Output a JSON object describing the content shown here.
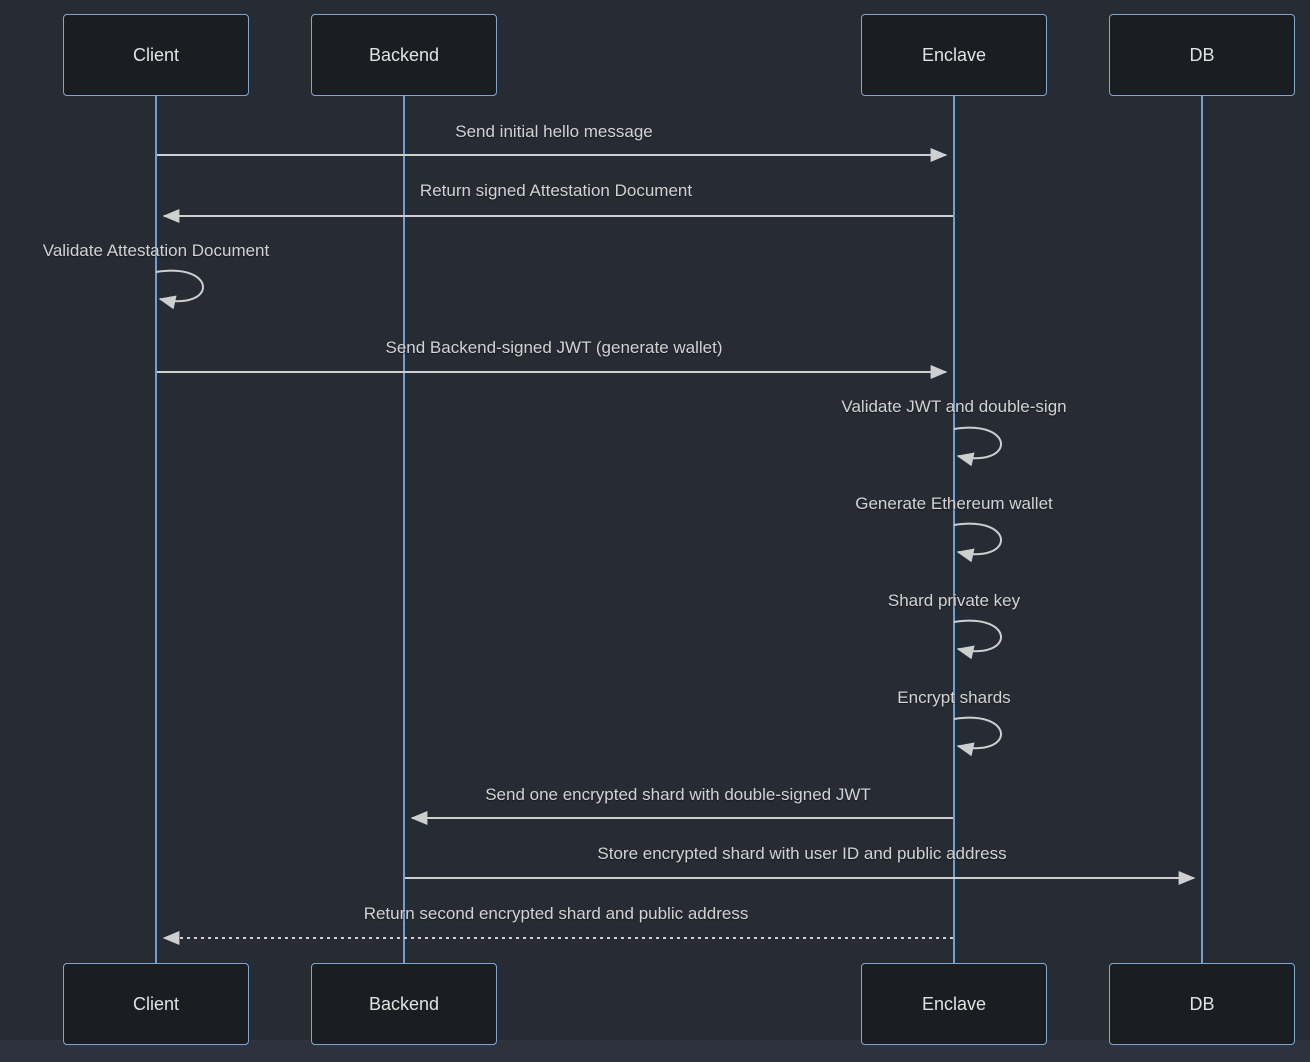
{
  "diagram": {
    "type": "sequence",
    "theme": {
      "background": "#262b34",
      "footer_background": "#2d323c",
      "actor_fill": "#1a1d21",
      "actor_border": "#7ea7d1",
      "lifeline_color": "#6f9fd3",
      "message_line_color": "#cfcfcf",
      "message_text_color": "#d3d3d3"
    },
    "participants": [
      {
        "label": "Client"
      },
      {
        "label": "Backend"
      },
      {
        "label": "Enclave"
      },
      {
        "label": "DB"
      }
    ],
    "messages": [
      {
        "from": "Client",
        "to": "Enclave",
        "style": "solid",
        "label": "Send initial hello message"
      },
      {
        "from": "Enclave",
        "to": "Client",
        "style": "solid",
        "label": "Return signed Attestation Document"
      },
      {
        "from": "Client",
        "to": "Client",
        "style": "self",
        "label": "Validate Attestation Document"
      },
      {
        "from": "Client",
        "to": "Enclave",
        "style": "solid",
        "label": "Send Backend-signed JWT (generate wallet)"
      },
      {
        "from": "Enclave",
        "to": "Enclave",
        "style": "self",
        "label": "Validate JWT and double-sign"
      },
      {
        "from": "Enclave",
        "to": "Enclave",
        "style": "self",
        "label": "Generate Ethereum wallet"
      },
      {
        "from": "Enclave",
        "to": "Enclave",
        "style": "self",
        "label": "Shard private key"
      },
      {
        "from": "Enclave",
        "to": "Enclave",
        "style": "self",
        "label": "Encrypt shards"
      },
      {
        "from": "Enclave",
        "to": "Backend",
        "style": "solid",
        "label": "Send one encrypted shard with double-signed JWT"
      },
      {
        "from": "Backend",
        "to": "DB",
        "style": "solid",
        "label": "Store encrypted shard with user ID and public address"
      },
      {
        "from": "Enclave",
        "to": "Client",
        "style": "dotted",
        "label": "Return second encrypted shard and public address"
      }
    ]
  }
}
